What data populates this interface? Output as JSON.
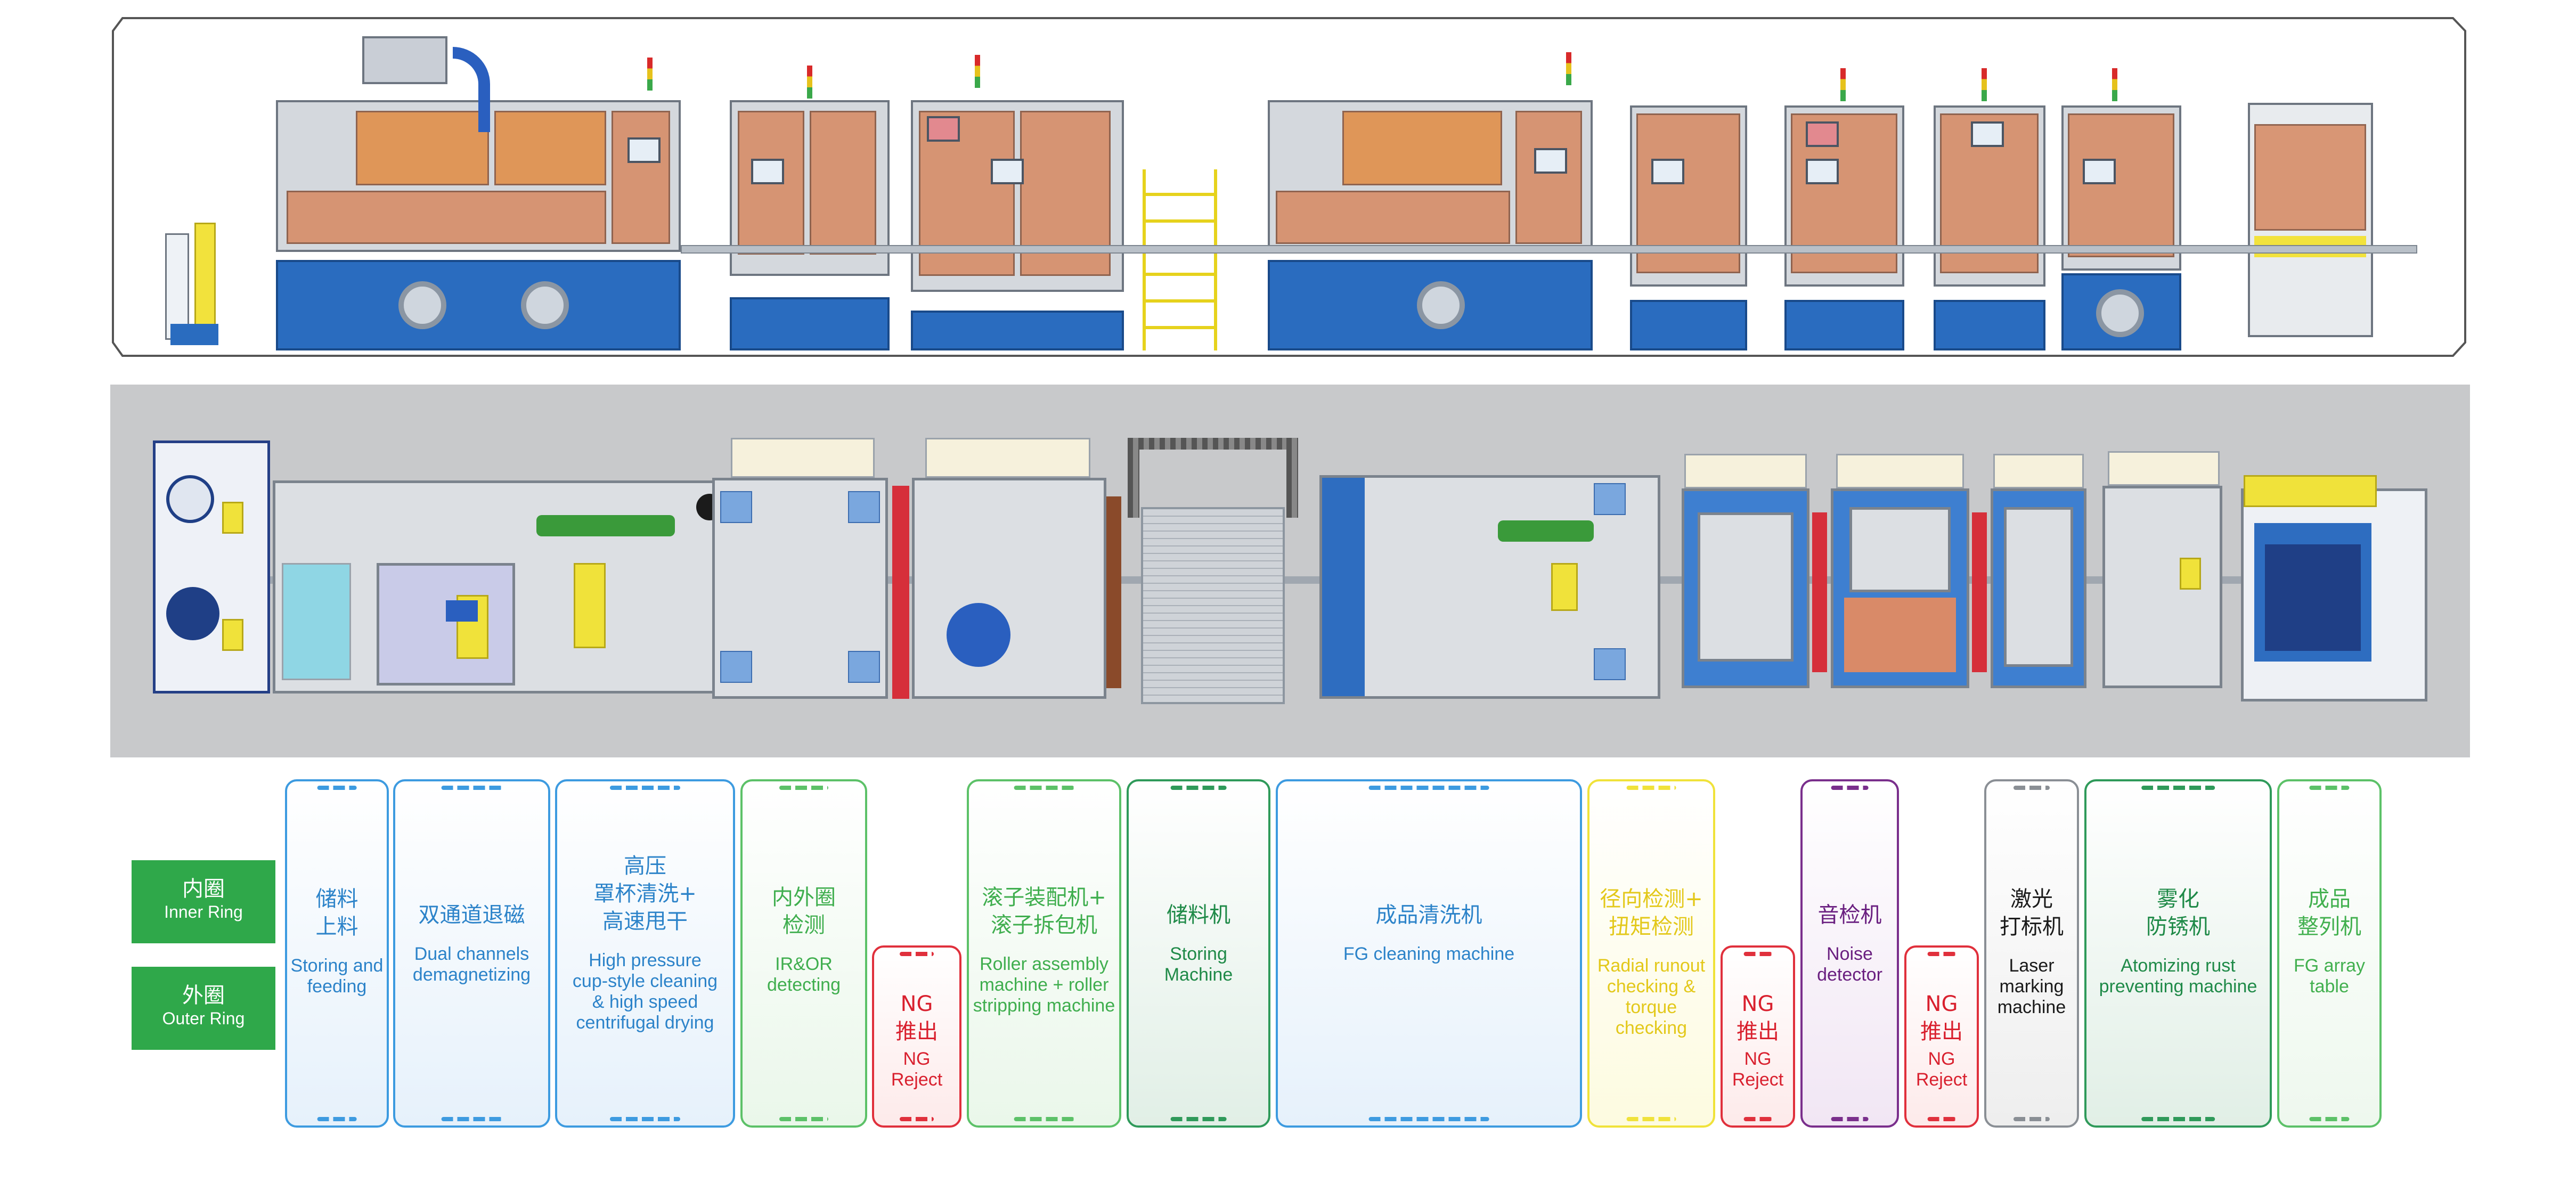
{
  "rings": {
    "inner": {
      "zh": "内圈",
      "en": "Inner Ring"
    },
    "outer": {
      "zh": "外圈",
      "en": "Outer Ring"
    }
  },
  "colors": {
    "ring_button": "#2fa84a",
    "blue": "#3d9be0",
    "green": "#5cc168",
    "dark_green": "#2f9a5a",
    "red": "#e0303c",
    "yellow": "#f0e23a",
    "purple": "#7a2f8c",
    "black": "#1a1a1a",
    "machine_base": "#2a6cbf",
    "plan_background": "#c8c9cb"
  },
  "stations": [
    {
      "zh": "储料\n上料",
      "en": "Storing and\nfeeding",
      "color": "blue"
    },
    {
      "zh": "双通道退磁",
      "en": "Dual channels\ndemagnetizing",
      "color": "blue"
    },
    {
      "zh": "高压\n罩杯清洗+\n高速甩干",
      "en": "High pressure\ncup-style cleaning\n& high speed\ncentrifugal drying",
      "color": "blue"
    },
    {
      "zh": "内外圈\n检测",
      "en": "IR&OR\ndetecting",
      "color": "green"
    },
    {
      "zh": "NG\n推出",
      "en": "NG\nReject",
      "color": "red"
    },
    {
      "zh": "滚子装配机+\n滚子拆包机",
      "en": "Roller assembly\nmachine + roller\nstripping machine",
      "color": "green"
    },
    {
      "zh": "储料机",
      "en": "Storing\nMachine",
      "color": "dark-green"
    },
    {
      "zh": "成品清洗机",
      "en": "FG cleaning machine",
      "color": "blue"
    },
    {
      "zh": "径向检测+\n扭矩检测",
      "en": "Radial runout\nchecking &\ntorque\nchecking",
      "color": "yellow"
    },
    {
      "zh": "NG\n推出",
      "en": "NG\nReject",
      "color": "red"
    },
    {
      "zh": "音检机",
      "en": "Noise\ndetector",
      "color": "purple"
    },
    {
      "zh": "NG\n推出",
      "en": "NG\nReject",
      "color": "red"
    },
    {
      "zh": "激光\n打标机",
      "en": "Laser\nmarking\nmachine",
      "color": "black"
    },
    {
      "zh": "雾化\n防锈机",
      "en": "Atomizing rust\npreventing machine",
      "color": "dark-green"
    },
    {
      "zh": "成品\n整列机",
      "en": "FG array\ntable",
      "color": "light-green"
    }
  ]
}
